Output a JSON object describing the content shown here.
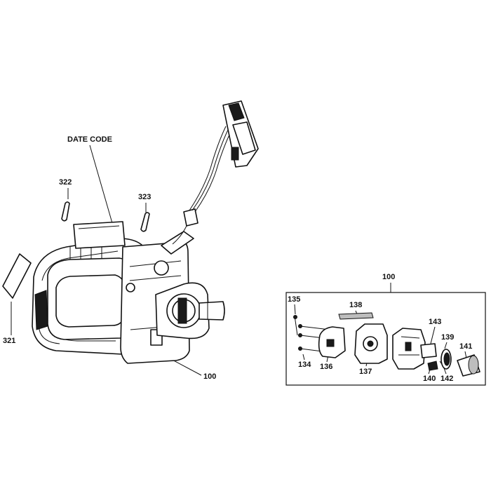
{
  "diagram": {
    "labels": {
      "date_code": "DATE CODE",
      "p322": "322",
      "p323": "323",
      "p321": "321",
      "p100_main": "100",
      "p100_inset": "100",
      "p135": "135",
      "p138": "138",
      "p143": "143",
      "p139": "139",
      "p141": "141",
      "p134": "134",
      "p136": "136",
      "p137": "137",
      "p140": "140",
      "p142": "142"
    }
  }
}
